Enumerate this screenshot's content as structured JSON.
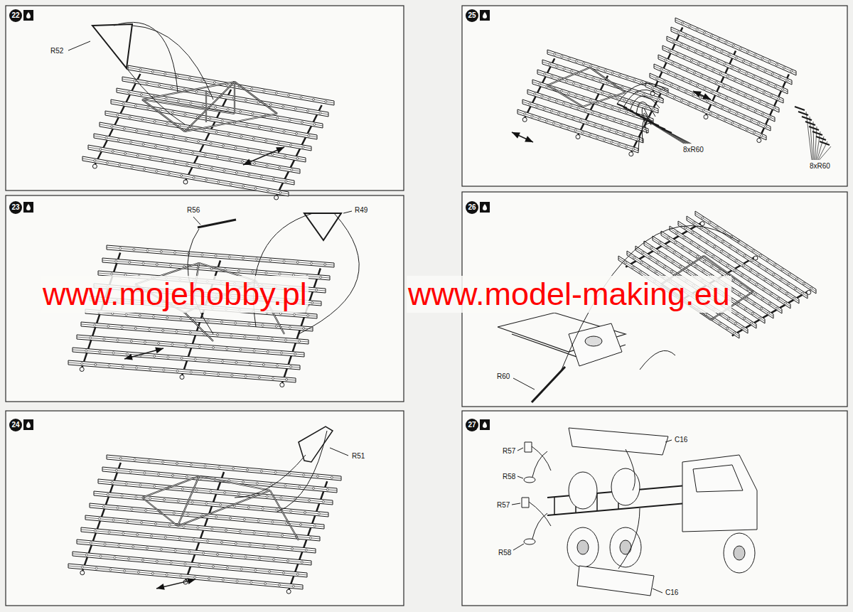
{
  "diagram": {
    "labels": [
      "22",
      "R52",
      "23",
      "R56",
      "R49",
      "24",
      "R51",
      "25",
      "8xR60",
      "8xR60",
      "26",
      "R60",
      "27",
      "C16",
      "R57",
      "R58",
      "R57",
      "R58",
      "C16",
      "www.mojehobby.pl",
      "www.model-making.eu"
    ]
  }
}
